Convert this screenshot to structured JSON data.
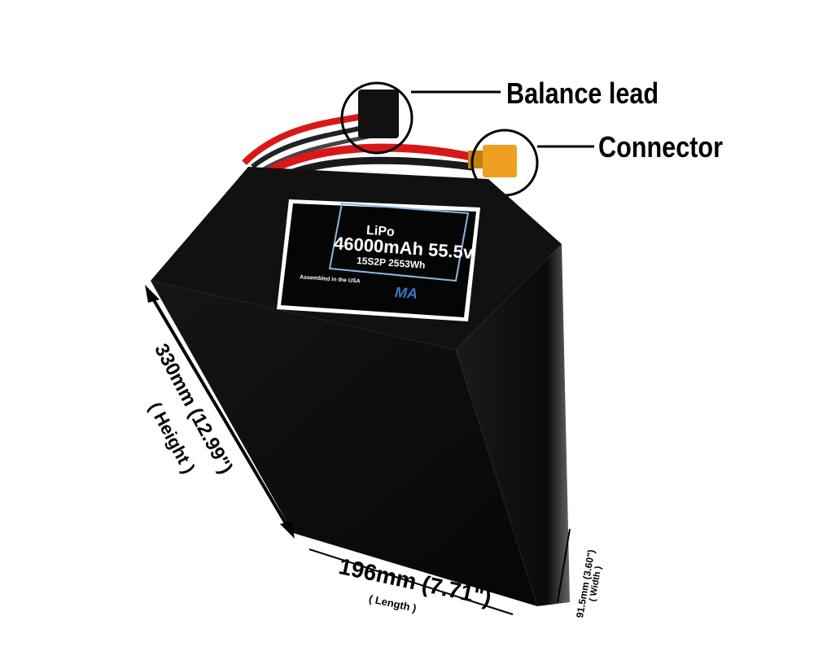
{
  "callouts": {
    "balance_lead": "Balance lead",
    "connector": "Connector"
  },
  "label": {
    "chemistry": "LiPo",
    "capacity_voltage": "46000mAh 55.5v",
    "config_energy": "15S2P 2553Wh",
    "assembled": "Assembled in the USA",
    "logo": "MA"
  },
  "dimensions": {
    "height": "330mm (12.99\")",
    "height_label": "( Height )",
    "length": "196mm (7.71\")",
    "length_label": "( Length )",
    "width": "91.5mm (3.60\")",
    "width_label": "( Width )"
  },
  "colors": {
    "battery": "#0c0c0c",
    "wire_red": "#d81818",
    "connector": "#f0a020",
    "label_border": "#8fb4e0"
  }
}
